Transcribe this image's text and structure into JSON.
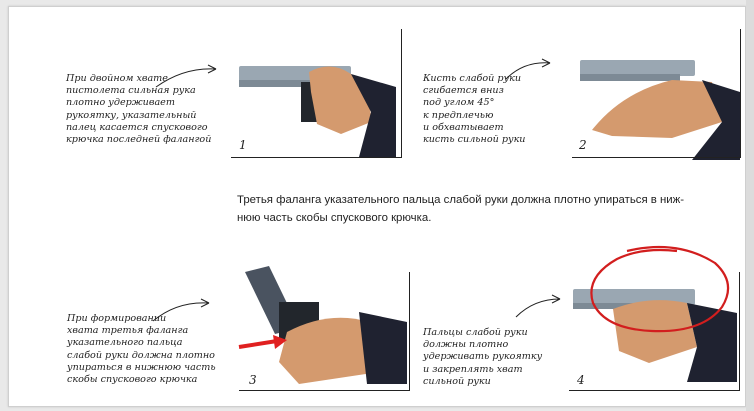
{
  "panels": [
    {
      "number": "1",
      "caption": "При двойном хвате\nпистолета сильная рука\nплотно удерживает\nрукоятку, указательный\nпалец касается спускового\nкрючка последней фалангой"
    },
    {
      "number": "2",
      "caption": "Кисть слабой руки\nсгибается вниз\nпод углом 45°\nк предплечью\nи обхватывает\nкисть сильной руки"
    },
    {
      "number": "3",
      "caption": "При формировании\nхвата третья фаланга\nуказательного пальца\nслабой руки должна плотно\nупираться в нижнюю часть\nскобы спускового крючка"
    },
    {
      "number": "4",
      "caption": "Пальцы слабой руки\nдолжны плотно\nудерживать рукоятку\nи закреплять хват\nсильной руки"
    }
  ],
  "note": "Третья фаланга указательного пальца слабой руки должна плотно упираться в ниж-\nнюю часть скобы спускового крючка.",
  "colors": {
    "annotation_circle": "#d21e1e",
    "arrow": "#e02020",
    "skin": "#d49a6e",
    "gun": "#9aa7b2",
    "sleeve": "#1f2230"
  }
}
